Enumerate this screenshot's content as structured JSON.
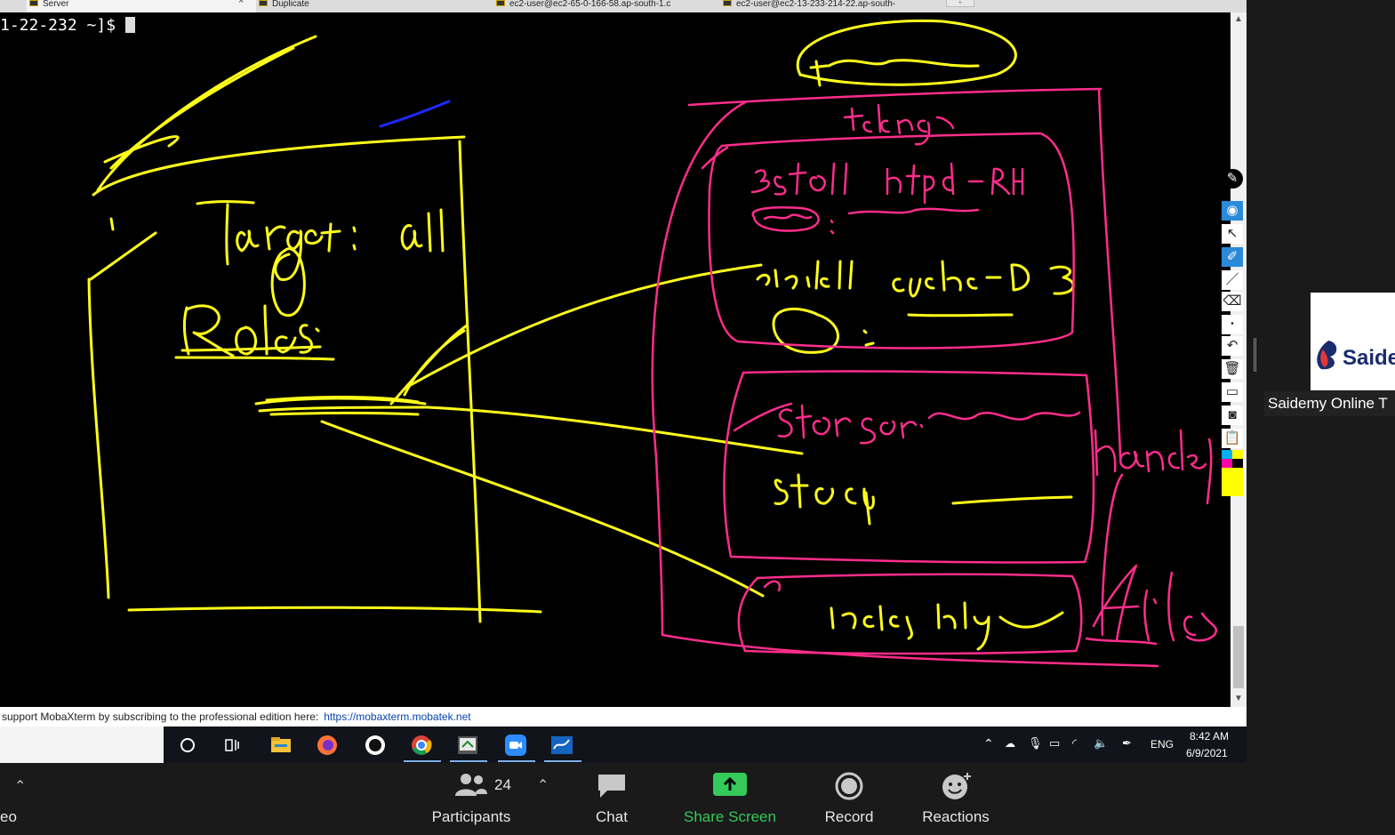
{
  "tabs": [
    {
      "label": "Server"
    },
    {
      "label": "Duplicate"
    },
    {
      "label": "ec2-user@ec2-65-0-166-58.ap-south-1.c"
    },
    {
      "label": "ec2-user@ec2-13-233-214-22.ap-south-"
    }
  ],
  "terminal": {
    "prompt": "1-22-232 ~]$ "
  },
  "drawing": {
    "yellow_color": "#ffff1a",
    "pink_color": "#ff2d8c",
    "blue_color": "#1f2aff"
  },
  "status_line": {
    "text": "support MobaXterm by subscribing to the professional edition here:",
    "link": "https://mobaxterm.mobatek.net"
  },
  "taskbar": {
    "apps": [
      "cortana-icon",
      "task-view-icon",
      "file-explorer-icon",
      "firefox-icon",
      "github-icon",
      "chrome-icon",
      "mobaxterm-icon",
      "zoom-icon",
      "whiteboard-icon"
    ],
    "language": "ENG",
    "time": "8:42 AM",
    "date": "6/9/2021"
  },
  "sidebar": {
    "brand": "Saide",
    "name_label": "Saidemy Online T"
  },
  "zoom": {
    "video_label": "eo",
    "participants_label": "Participants",
    "participants_count": "24",
    "chat_label": "Chat",
    "share_label": "Share Screen",
    "record_label": "Record",
    "reactions_label": "Reactions",
    "share_color": "#35c95a"
  }
}
